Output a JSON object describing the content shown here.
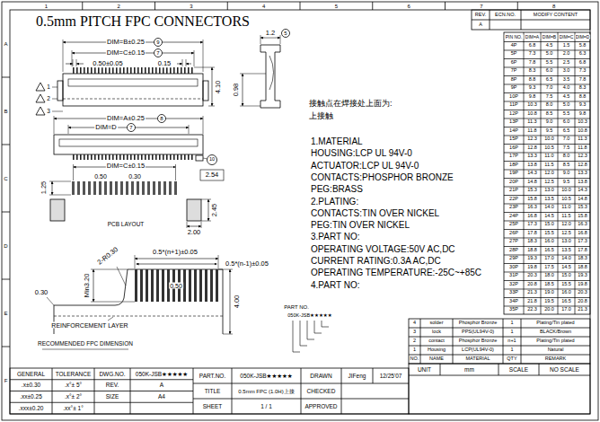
{
  "diagram": {
    "title": "0.5mm PITCH FPC CONNECTORS",
    "labels": [
      "1",
      "2",
      "3",
      "4",
      "5",
      "6",
      "7",
      "8",
      "A",
      "B",
      "C",
      "D",
      "E",
      "F",
      "REV.",
      "ECN.NO.",
      "MODIFY CONTENT",
      "A",
      "DIM=B±0.25",
      "DIM=C±0.15",
      "0.50±0.05",
      "0.15",
      "4.10",
      "1.2",
      "0.98",
      "接触点在焊接处上面为:",
      "上接触",
      "9",
      "7",
      "5",
      "1",
      "2",
      "3",
      "DIM=A±0.25",
      "8",
      "DIM=D",
      "7",
      "10",
      "1.25",
      "DIM=C±0.15",
      "0.50",
      "0.30",
      "2.54",
      "PCB LAYOUT",
      "2.45",
      "2.00",
      "1.MATERIAL",
      "HOUSING:LCP  UL 94V-0",
      "ACTUATOR:LCP  UL 94V-0",
      "CONTACTS:PHOSPHOR BRONZE",
      "PEG:BRASS",
      "2.PLATING:",
      "CONTACTS:TIN OVER NICKEL",
      "PEG:TIN OVER NICKEL",
      "3.PART NO:",
      "OPERATING VOLTAGE:50V AC,DC",
      "CURRENT RATING:0.3A AC,DC",
      "OPERATING TEMPERATURE:-25C~+85C",
      "4.PART NO:",
      "0.5*(n+1)±0.05",
      "0.5*(n-1)±0.05",
      "Min3.20",
      "2-R0.30",
      "0.30",
      "0.50",
      "4.00",
      "REINFORCEMENT LAYER",
      "RECOMMENDED FPC DIMENSION",
      "PART NO.",
      "050K-JSB★★★★★",
      "PIN NO.",
      "DIM=A",
      "DIM=B",
      "DIM=C",
      "DIM=D",
      "4P",
      "6.8",
      "4.5",
      "1.5",
      "5.8",
      "5P",
      "7.3",
      "5.0",
      "2.0",
      "6.3",
      "6P",
      "7.8",
      "5.5",
      "2.5",
      "6.8",
      "7P",
      "8.3",
      "6.0",
      "3.0",
      "7.3",
      "8P",
      "8.8",
      "6.5",
      "3.5",
      "7.8",
      "9P",
      "9.3",
      "7.0",
      "4.0",
      "8.3",
      "10P",
      "9.8",
      "7.5",
      "4.5",
      "8.8",
      "11P",
      "10.3",
      "8.0",
      "5.0",
      "9.3",
      "12P",
      "10.8",
      "8.5",
      "5.5",
      "9.8",
      "13P",
      "11.3",
      "9.0",
      "6.0",
      "10.3",
      "14P",
      "11.8",
      "9.5",
      "6.5",
      "10.8",
      "15P",
      "12.3",
      "10.0",
      "7.0",
      "11.3",
      "16P",
      "12.8",
      "10.5",
      "7.5",
      "11.8",
      "17P",
      "13.3",
      "11.0",
      "8.0",
      "12.3",
      "18P",
      "13.8",
      "11.5",
      "8.5",
      "12.8",
      "19P",
      "14.3",
      "12.0",
      "9.0",
      "13.3",
      "20P",
      "14.8",
      "12.5",
      "9.5",
      "13.8",
      "21P",
      "15.3",
      "13.0",
      "10.0",
      "14.3",
      "22P",
      "15.8",
      "13.5",
      "10.5",
      "14.8",
      "23P",
      "16.3",
      "14.0",
      "11.0",
      "15.3",
      "24P",
      "16.8",
      "14.5",
      "11.5",
      "15.8",
      "25P",
      "17.3",
      "15.0",
      "12.0",
      "16.3",
      "26P",
      "17.8",
      "15.5",
      "12.5",
      "16.8",
      "27P",
      "18.3",
      "16.0",
      "13.0",
      "17.3",
      "28P",
      "18.8",
      "16.5",
      "13.5",
      "17.8",
      "29P",
      "19.3",
      "17.0",
      "14.0",
      "18.3",
      "30P",
      "19.8",
      "17.5",
      "14.5",
      "18.8",
      "31P",
      "20.3",
      "18.0",
      "15.0",
      "19.3",
      "32P",
      "20.8",
      "18.5",
      "15.5",
      "19.8",
      "33P",
      "21.3",
      "19.0",
      "16.0",
      "20.3",
      "34P",
      "21.8",
      "19.5",
      "16.5",
      "20.8",
      "35P",
      "22.3",
      "20.0",
      "17.0",
      "21.3",
      "4",
      "solder",
      "Phosphor Bronze",
      "1",
      "Plating/Tin plated",
      "3",
      "lock",
      "PPS(UL94V-0)",
      "1",
      "BLACK/Brown",
      "2",
      "contact",
      "Phosphor Bronze",
      "n+1",
      "Plating/Tin plated",
      "1",
      "Housing",
      "LCP(UL94V-0)",
      "1",
      "Natural",
      "NO.",
      "NAME",
      "MATERIAL",
      "QTY",
      "REMARK",
      "UNIT",
      "mm",
      "SCALE",
      "NO SCALE",
      "GENERAL",
      "TOLERANCE",
      ".x±0.30",
      ".x°± 5°",
      ".xx±0.25",
      ".x°± 2°",
      ".xxx±0.20",
      ".xx°± 1°",
      "DWG.NO.",
      "050K-JSB★★★★★",
      "REV.",
      "A",
      "SIZE",
      "A4",
      "PART.NO.",
      "050K-JSB★★★★★",
      "TITLE",
      "0.5mm FPC (1.0H)上接",
      "SHEET",
      "1 / 1",
      "DRAWN",
      "JIFeng",
      "12/25'07",
      "CHECKED",
      "APPROVED"
    ]
  }
}
